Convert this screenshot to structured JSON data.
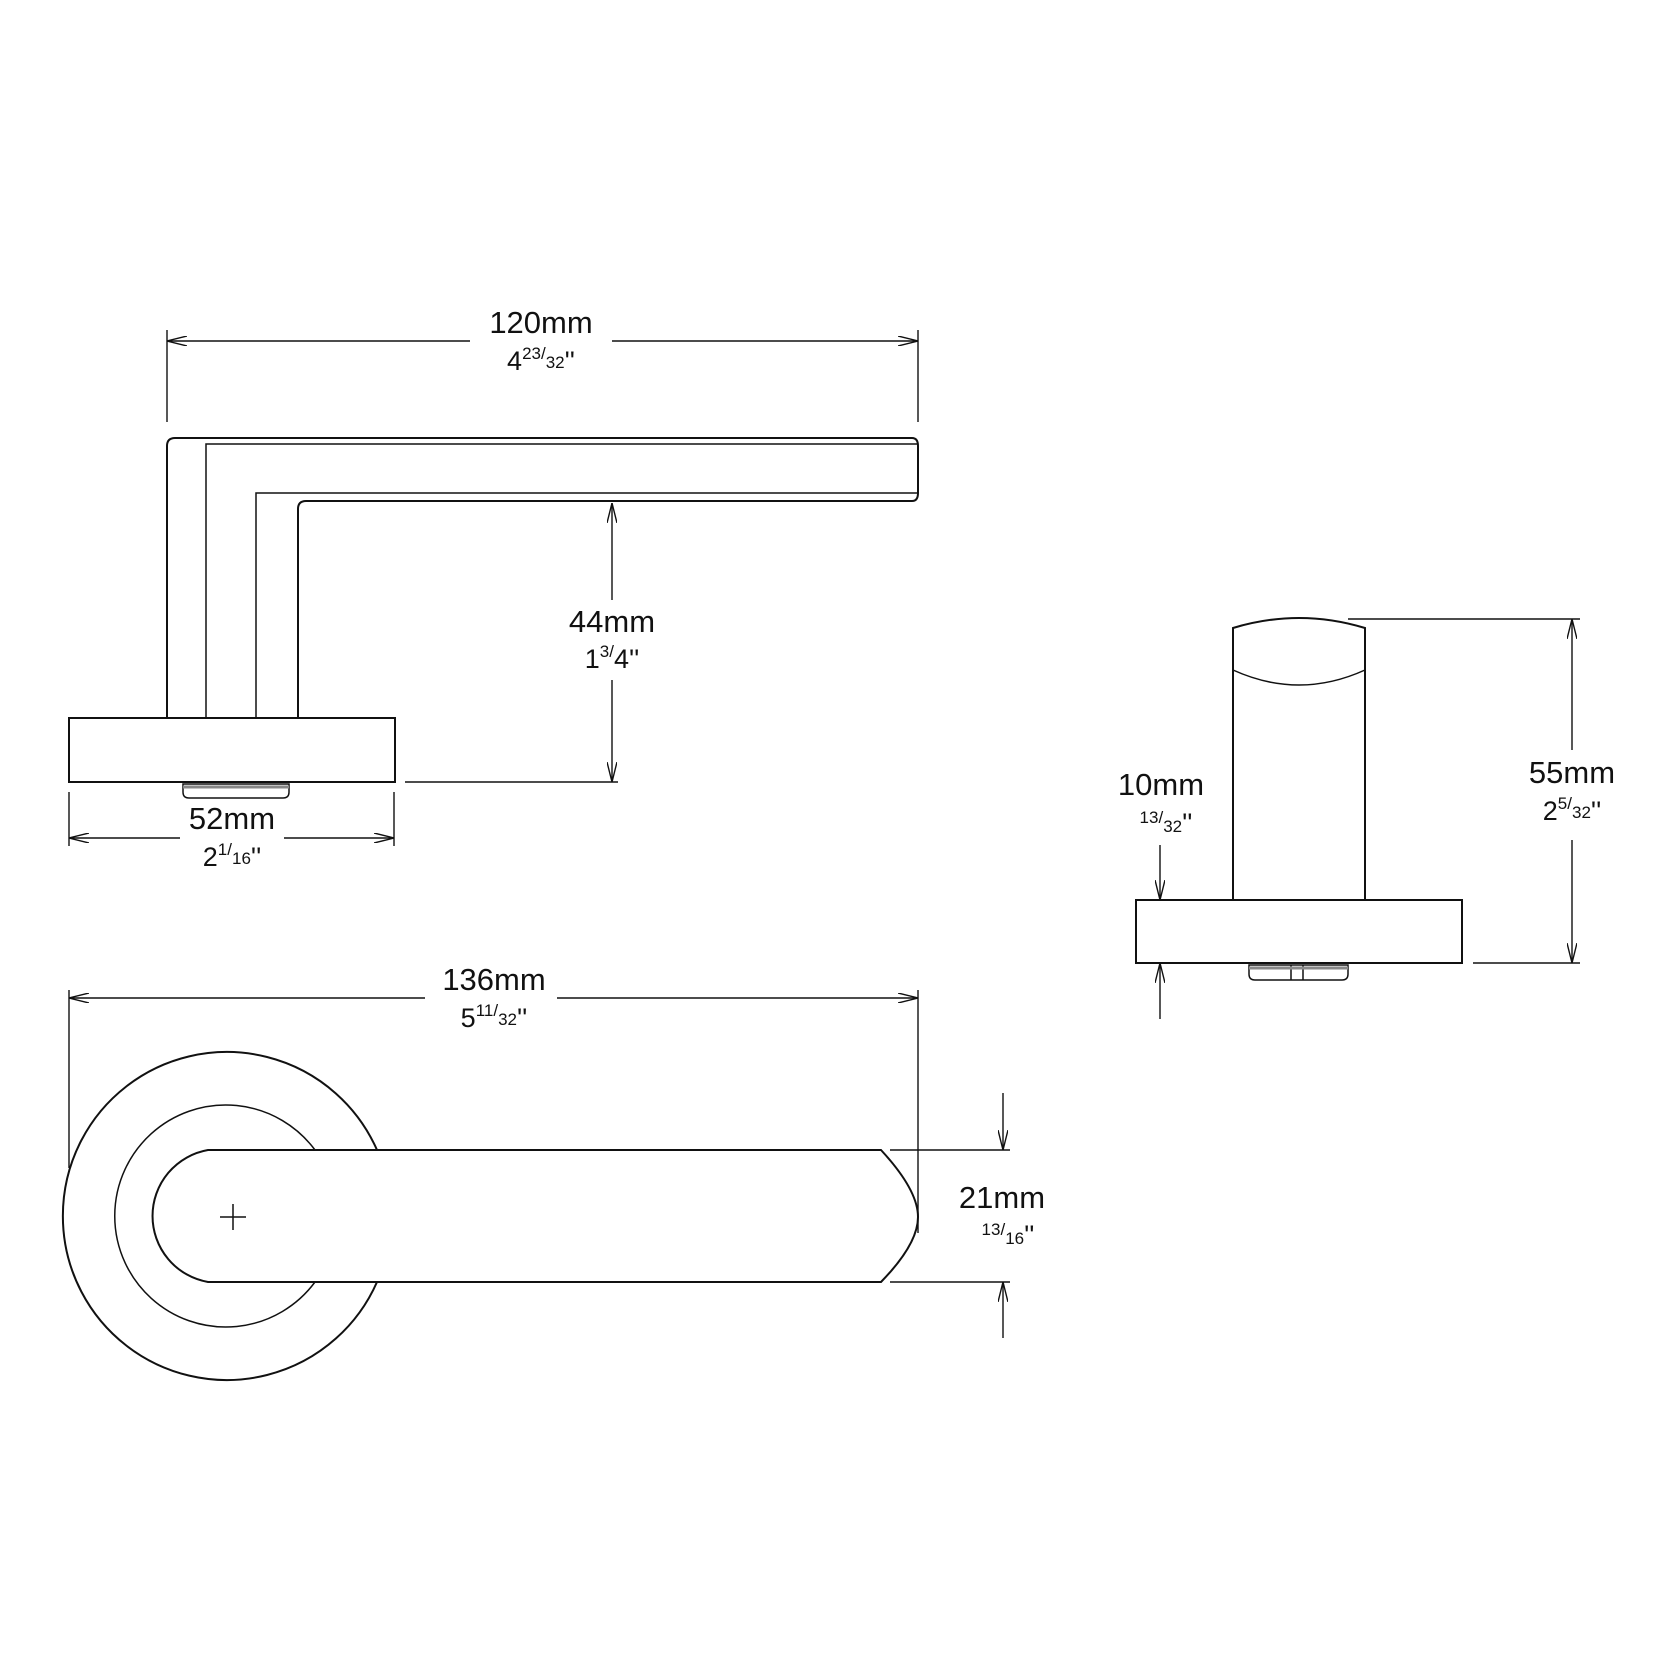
{
  "drawing": {
    "subject": "Lever door handle on round rose - dimensioned technical drawing",
    "views": [
      "top view",
      "side view",
      "front view"
    ],
    "line_color": "#111111",
    "background": "#ffffff"
  },
  "dimensions": {
    "lever_length": {
      "mm": "120mm",
      "inch_whole": "4",
      "inch_num": "23",
      "inch_den": "32",
      "inch_mark": "''"
    },
    "projection": {
      "mm": "44mm",
      "inch_whole": "1",
      "inch_num": "3",
      "inch_den": "4",
      "inch_mark": "''"
    },
    "rose_diameter": {
      "mm": "52mm",
      "inch_whole": "2",
      "inch_num": "1",
      "inch_den": "16",
      "inch_mark": "''"
    },
    "overall_length": {
      "mm": "136mm",
      "inch_whole": "5",
      "inch_num": "11",
      "inch_den": "32",
      "inch_mark": "''"
    },
    "lever_width": {
      "mm": "21mm",
      "inch_whole": "",
      "inch_num": "13",
      "inch_den": "16",
      "inch_mark": "''"
    },
    "overall_height": {
      "mm": "55mm",
      "inch_whole": "2",
      "inch_num": "5",
      "inch_den": "32",
      "inch_mark": "''"
    },
    "rose_thickness": {
      "mm": "10mm",
      "inch_whole": "",
      "inch_num": "13",
      "inch_den": "32",
      "inch_mark": "''"
    }
  }
}
